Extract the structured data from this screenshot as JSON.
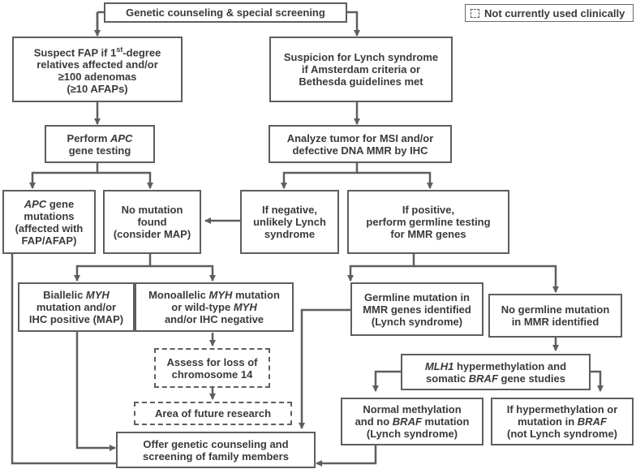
{
  "legend": {
    "label": "Not currently used clinically"
  },
  "nodes": {
    "genetic_counseling": [
      "Genetic counseling & special screening"
    ],
    "suspect_fap": [
      [
        "Suspect FAP if 1",
        "st",
        "-degree"
      ],
      "relatives affected and/or",
      "≥100 adenomas",
      "(≥10 AFAPs)"
    ],
    "lynch_suspicion": [
      "Suspicion for Lynch syndrome",
      "if Amsterdam criteria or",
      "Bethesda guidelines met"
    ],
    "perform_apc": [
      [
        "Perform ",
        "APC"
      ],
      "gene testing"
    ],
    "analyze_tumor": [
      "Analyze tumor for MSI and/or",
      "defective DNA MMR by IHC"
    ],
    "apc_mutations": [
      [
        "APC",
        " gene"
      ],
      "mutations",
      "(affected with",
      "FAP/AFAP)"
    ],
    "no_mutation": [
      "No mutation",
      "found",
      "(consider MAP)"
    ],
    "if_negative": [
      "If negative,",
      "unlikely Lynch",
      "syndrome"
    ],
    "if_positive": [
      "If positive,",
      "perform germline testing",
      "for MMR genes"
    ],
    "biallelic": [
      [
        "Biallelic ",
        "MYH"
      ],
      "mutation and/or",
      "IHC positive (MAP)"
    ],
    "monoallelic": [
      [
        "Monoallelic ",
        "MYH",
        " mutation"
      ],
      [
        "or wild-type ",
        "MYH"
      ],
      "and/or IHC negative"
    ],
    "germline_mutation": [
      "Germline mutation in",
      "MMR genes identified",
      "(Lynch syndrome)"
    ],
    "no_germline": [
      "No germline mutation",
      "in MMR identified"
    ],
    "assess_loss": [
      "Assess for loss of",
      "chromosome 14"
    ],
    "mlh1": [
      [
        "MLH1",
        " hypermethylation and"
      ],
      [
        "somatic ",
        "BRAF",
        " gene studies"
      ]
    ],
    "future_research": [
      "Area of future research"
    ],
    "normal_methylation": [
      "Normal methylation",
      [
        "and no ",
        "BRAF",
        " mutation"
      ],
      "(Lynch syndrome)"
    ],
    "hypermethylation": [
      "If hypermethylation or",
      [
        "mutation in ",
        "BRAF"
      ],
      "(not Lynch syndrome)"
    ],
    "offer_counseling": [
      "Offer genetic counseling and",
      "screening of family members"
    ]
  }
}
